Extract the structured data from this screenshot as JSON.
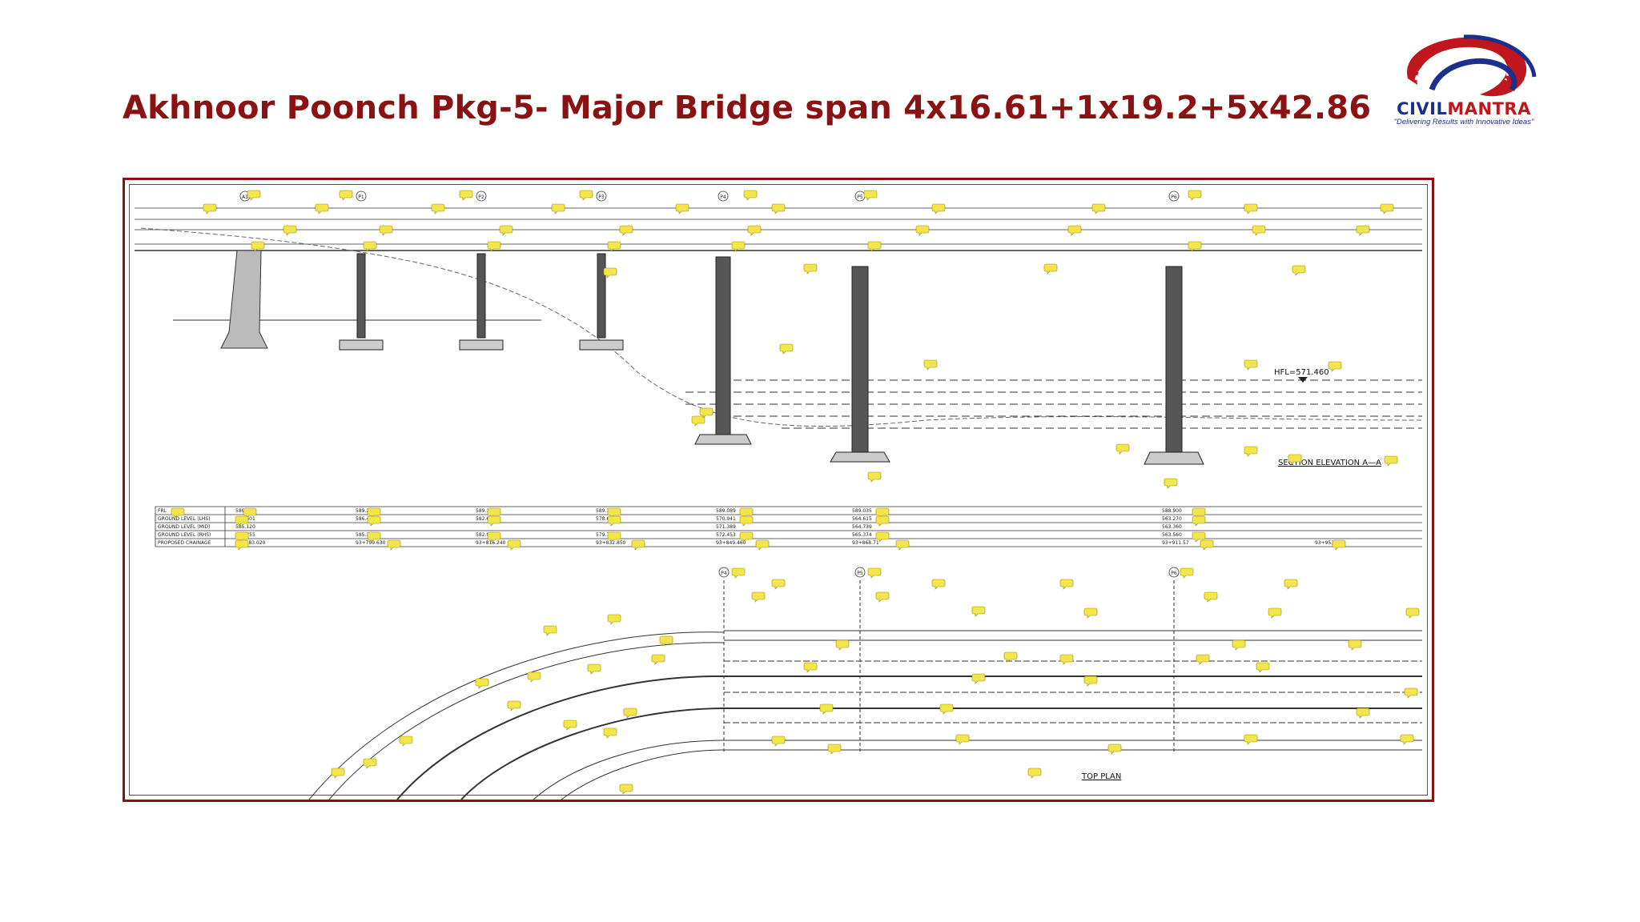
{
  "slide": {
    "title": "Akhnoor Poonch Pkg-5- Major Bridge span 4x16.61+1x19.2+5x42.86"
  },
  "logo": {
    "name_part1": "CIVIL",
    "name_part2": "MANTRA",
    "tagline": "\"Delivering Results with Innovative Ideas\"",
    "colors": {
      "red": "#c0161e",
      "blue": "#1b2f8f"
    }
  },
  "colors": {
    "title": "#8b1212",
    "frame": "#8b1212",
    "marker": "#f2e64a"
  },
  "drawing": {
    "piers": [
      "A1",
      "P1",
      "P2",
      "P3",
      "P4",
      "P5",
      "P6"
    ],
    "plan_piers": [
      "P4",
      "P5",
      "P6"
    ],
    "hfl_label": "HFL=571.460",
    "section_title": "SECTION ELEVATION A—A",
    "plan_title": "TOP PLAN",
    "level_rows": [
      "FRL",
      "GROUND LEVEL (LHS)",
      "GROUND LEVEL (MID)",
      "GROUND LEVEL (RHS)",
      "PROPOSED CHAINAGE"
    ],
    "level_values": [
      [
        "589.180",
        "589.235",
        "589.186",
        "589.136",
        "589.089",
        "589.035",
        "588.900"
      ],
      [
        "587.601",
        "586.424",
        "582.690",
        "578.652",
        "570.941",
        "564.615",
        "563.270"
      ],
      [
        "585.120",
        "",
        "",
        "",
        "571.389",
        "564.739",
        "563.360"
      ],
      [
        "585.755",
        "585.300",
        "582.920",
        "579.708",
        "572.453",
        "565.374",
        "563.560"
      ],
      [
        "93+183.020",
        "93+799.630",
        "93+816.240",
        "93+832.850",
        "93+849.460",
        "93+868.71",
        "93+911.57"
      ]
    ],
    "level_last_value": "93+953"
  }
}
